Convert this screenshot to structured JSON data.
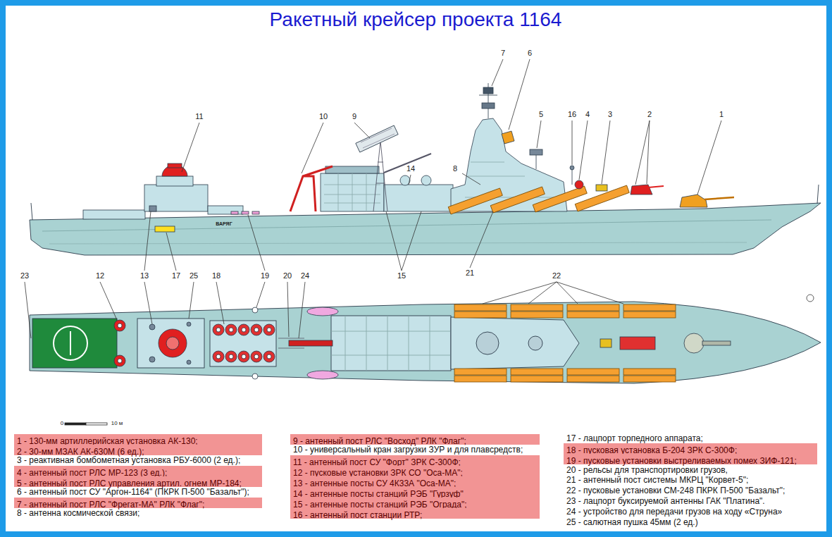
{
  "diagram": {
    "title": "Ракетный крейсер проекта 1164",
    "nodes": [
      {
        "text": [
          "1 - 130-мм артиллерийская установка АК-130;"
        ]
      },
      {
        "text": [
          "2 - 30-мм МЗАК АК-630М (6 ед.);"
        ]
      },
      {
        "text": [
          "4 - антенный пост РЛС МР-123 (3 ед.);"
        ]
      },
      {
        "text": [
          "5 - антенный пост РЛС управления артил. огнем МР-184;"
        ]
      },
      {
        "text": [
          "7 - антенный пост РЛС \"Фрегат-МА\" РЛК \"Флаг\";"
        ]
      },
      {
        "text": [
          "9 - антенный пост РЛС \"Восход\" РЛК \"Флаг\";"
        ]
      },
      {
        "text": [
          "11 - антенный пост СУ \"Форт\" ЗРК С-300Ф;"
        ]
      },
      {
        "text": [
          "12 - пусковые установки ЗРК СО \"Оса-МА\";"
        ]
      },
      {
        "text": [
          "13 - антенные посты СУ 4К33А \"Оса-МА\";"
        ]
      },
      {
        "text": [
          "14 - антенные посты станций РЭБ \"Гурзуф\""
        ]
      },
      {
        "text": [
          "15 - антенные посты станций РЭБ \"Ограда\";"
        ]
      },
      {
        "text": [
          "16 - антенный пост станции РТР;"
        ]
      },
      {
        "text": [
          "18 - пусковая установка Б-204 ЗРК С-300Ф;"
        ]
      },
      {
        "text": [
          "19 - пусковые установки выстреливаемых помех ЗИФ-121;"
        ]
      }
    ],
    "labels": [
      "11",
      "10",
      "9",
      "7",
      "6",
      "5",
      "16",
      "4",
      "3",
      "2",
      "1",
      "8",
      "14",
      "23",
      "12",
      "13",
      "17",
      "25",
      "18",
      "19",
      "20",
      "24",
      "15",
      "21",
      "22",
      "0",
      "10 м",
      "ВАРЯГ",
      "3 - реактивная бомбометная установка РБУ-6000 (2 ед.);",
      "6 - антенный пост СУ \"Аргон-1164\" (ПКРК П-500 \"Базальт\");",
      "8 - антенна космической связи;",
      "10 - универсальный кран загрузки ЗУР и для плавсредств;",
      "17 - лацпорт торпедного аппарата;",
      "20 - рельсы для транспортировки грузов,",
      "21 - антенный пост системы МКРЦ \"Корвет-5\";",
      "22 - пусковые установки СМ-248 ПКРК П-500 \"Базальт\";",
      "23 - лацпорт буксируемой антенны ГАК \"Платина\".",
      "24 - устройство для передачи грузов на ходу «Струна»",
      "25 - салютная пушка 45мм (2 ед.)"
    ]
  }
}
